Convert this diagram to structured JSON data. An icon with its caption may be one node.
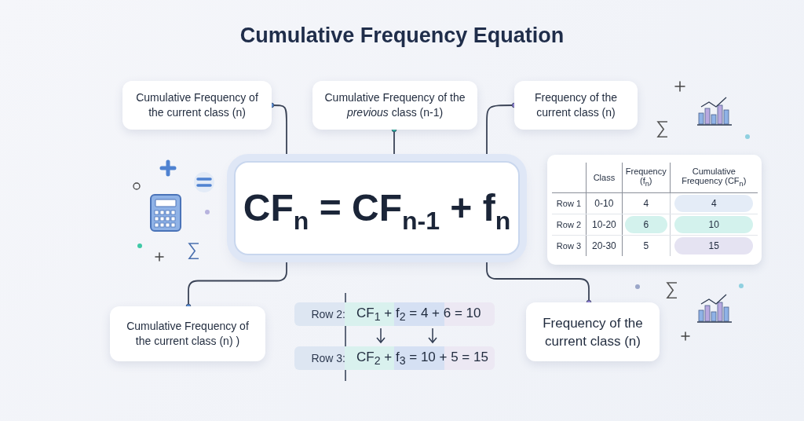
{
  "diagram": {
    "title": "Cumulative Frequency Equation",
    "nodes": [
      {
        "text": [
          "CF$_{n}$ = CF$_{n-1}$ + f$_{n}$"
        ]
      },
      {
        "text": [
          "Cumulative Frequency of the current class (n)"
        ]
      },
      {
        "text": [
          "Cumulative Frequency of the *previous* class (n-1)"
        ]
      },
      {
        "text": [
          "Frequency of the current class (n)"
        ]
      },
      {
        "text": [
          "Cumulative Frequency of the current class (n) )"
        ]
      },
      {
        "text": [
          "Frequency of the current class (n)"
        ]
      }
    ],
    "edges": [
      {
        "from": 1,
        "to": 0,
        "arrow": "other"
      },
      {
        "from": 2,
        "to": 0,
        "arrow": "other"
      },
      {
        "from": 3,
        "to": 0,
        "arrow": "other"
      },
      {
        "from": 4,
        "to": 0,
        "arrow": "other"
      },
      {
        "from": 5,
        "to": 0,
        "arrow": "other"
      }
    ],
    "labels": [
      "Class",
      "Frequency (f$_{n}$)",
      "Cumulative Frequency (CF$_{n}$)",
      "Row 1",
      "0-10",
      "4",
      "4",
      "Row 2",
      "10-20",
      "6",
      "10",
      "Row 3",
      "20-30",
      "5",
      "15",
      "Row 2:",
      "CF$_{1}$ + f$_{2}$ = 4 + 6 = 10",
      "Row 3:",
      "CF$_{2}$ + f$_{3}$ = 10 + 5 = 15"
    ]
  }
}
